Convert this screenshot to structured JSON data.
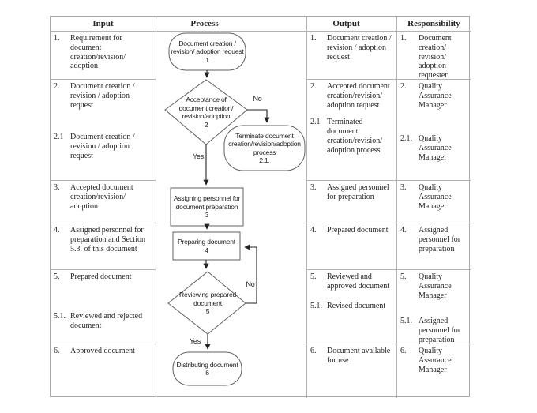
{
  "columns": {
    "input": {
      "header": "Input",
      "rows": [
        [
          {
            "num": "1.",
            "text": "Requirement for document creation/revision/ adoption"
          }
        ],
        [
          {
            "num": "2.",
            "text": "Document creation / revision / adoption request"
          },
          {
            "num": "2.1",
            "text": "Document creation / revision / adoption request"
          }
        ],
        [
          {
            "num": "3.",
            "text": "Accepted document creation/revision/ adoption"
          }
        ],
        [
          {
            "num": "4.",
            "text": "Assigned personnel for preparation and Section 5.3. of this document"
          }
        ],
        [
          {
            "num": "5.",
            "text": "Prepared document"
          },
          {
            "num": "5.1.",
            "text": "Reviewed and rejected document"
          }
        ],
        [
          {
            "num": "6.",
            "text": "Approved document"
          }
        ]
      ]
    },
    "process": {
      "header": "Process"
    },
    "output": {
      "header": "Output",
      "rows": [
        [
          {
            "num": "1.",
            "text": "Document creation / revision / adoption request"
          }
        ],
        [
          {
            "num": "2.",
            "text": "Accepted document creation/revision/ adoption request"
          },
          {
            "num": "2.1",
            "text": "Terminated document creation/revision/ adoption process"
          }
        ],
        [
          {
            "num": "3.",
            "text": "Assigned personnel for preparation"
          }
        ],
        [
          {
            "num": "4.",
            "text": "Prepared document"
          }
        ],
        [
          {
            "num": "5.",
            "text": "Reviewed and approved document"
          },
          {
            "num": "5.1.",
            "text": "Revised document"
          }
        ],
        [
          {
            "num": "6.",
            "text": "Document available for use"
          }
        ]
      ]
    },
    "responsibility": {
      "header": "Responsibility",
      "rows": [
        [
          {
            "num": "1.",
            "text": "Document creation/ revision/ adoption requester"
          }
        ],
        [
          {
            "num": "2.",
            "text": "Quality Assurance Manager"
          },
          {
            "num": "2.1.",
            "text": "Quality Assurance Manager"
          }
        ],
        [
          {
            "num": "3.",
            "text": "Quality Assurance Manager"
          }
        ],
        [
          {
            "num": "4.",
            "text": "Assigned personnel for preparation"
          }
        ],
        [
          {
            "num": "5.",
            "text": "Quality Assurance Manager"
          },
          {
            "num": "5.1.",
            "text": "Assigned personnel for preparation"
          }
        ],
        [
          {
            "num": "6.",
            "text": "Quality Assurance Manager"
          }
        ]
      ]
    }
  },
  "flowchart": {
    "nodes": {
      "start": {
        "label": "Document creation / revision/ adoption request",
        "step": "1"
      },
      "acceptance": {
        "label": "Acceptance of document creation/ revision/adoption",
        "step": "2"
      },
      "terminate": {
        "label": "Terminate document creation/revision/adoption process",
        "step": "2.1."
      },
      "assign": {
        "label": "Assigning personnel for document preparation",
        "step": "3"
      },
      "prepare": {
        "label": "Preparing document",
        "step": "4"
      },
      "review": {
        "label": "Reviewing prepared document",
        "step": "5"
      },
      "distribute": {
        "label": "Distributing document",
        "step": "6"
      }
    },
    "edges": {
      "no1": "No",
      "yes1": "Yes",
      "no2": "No",
      "yes2": "Yes"
    },
    "colors": {
      "table_border": "#b3b3b3",
      "shape_stroke": "#616161",
      "arrow": "#222222"
    }
  }
}
